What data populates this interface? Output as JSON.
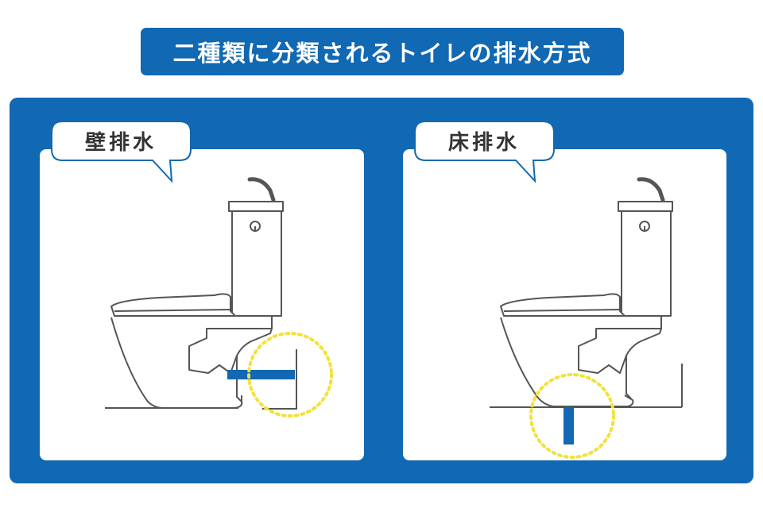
{
  "title": "二種類に分類されるトイレの排水方式",
  "panels": [
    {
      "label": "壁排水"
    },
    {
      "label": "床排水"
    }
  ],
  "colors": {
    "brand_blue": "#1168b3",
    "highlight_yellow": "#f2e23c",
    "line_gray": "#555555"
  },
  "icons": [
    "toilet-icon",
    "drain-pipe-icon",
    "highlight-circle-icon"
  ]
}
